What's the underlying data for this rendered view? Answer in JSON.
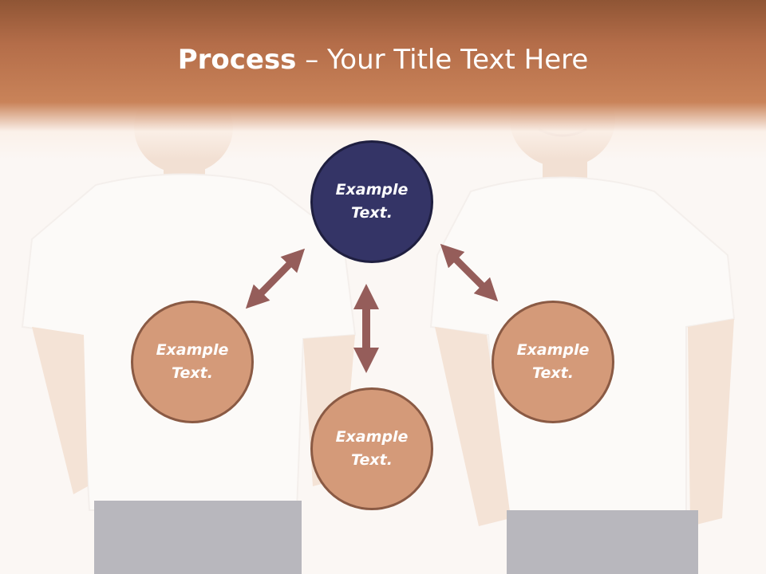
{
  "slide": {
    "title_bold": "Process",
    "title_rest": " – Your Title Text Here"
  },
  "nodes": {
    "top": {
      "line1": "Example",
      "line2": "Text."
    },
    "left": {
      "line1": "Example",
      "line2": "Text."
    },
    "right": {
      "line1": "Example",
      "line2": "Text."
    },
    "bottom": {
      "line1": "Example",
      "line2": "Text."
    }
  },
  "colors": {
    "header": "#c98359",
    "node_accent": "#343466",
    "node_fill": "#d49a79",
    "arrow": "#955d5a"
  }
}
